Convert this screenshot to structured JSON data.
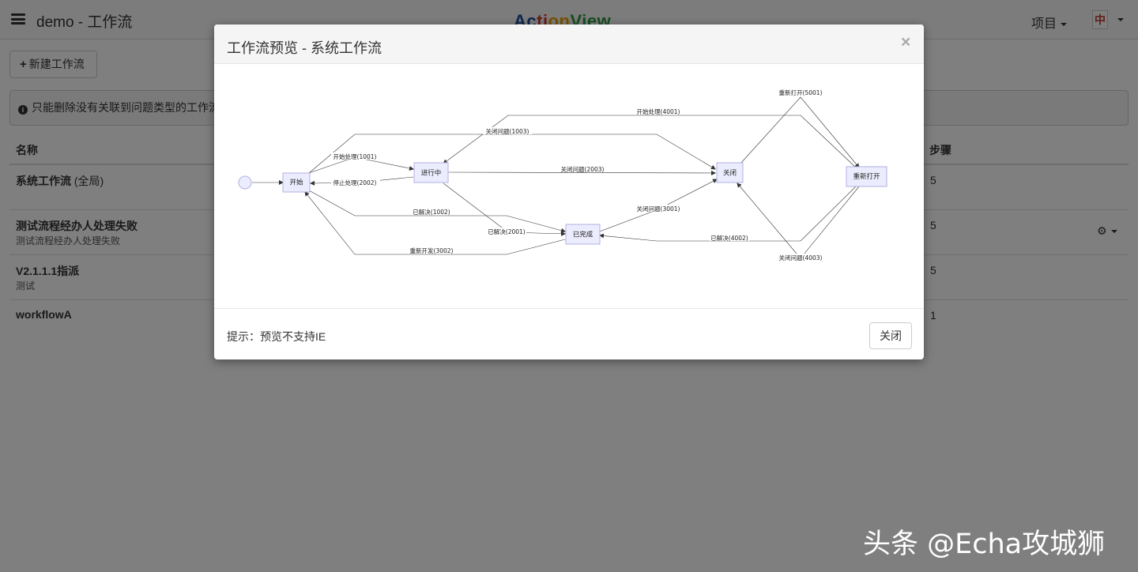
{
  "app": {
    "title": "demo - 工作流",
    "brand_parts": [
      "Ac",
      "ti",
      "on",
      "View"
    ],
    "nav_project": "项目",
    "avatar_char": "中"
  },
  "toolbar": {
    "new_workflow_label": "新建工作流"
  },
  "alert": {
    "text": "只能删除没有关联到问题类型的工作流"
  },
  "table": {
    "headers": {
      "name": "名称",
      "steps": "步骤"
    },
    "rows": [
      {
        "name": "系统工作流",
        "scope": " (全局)",
        "desc": "",
        "steps": "5"
      },
      {
        "name": "测试流程经办人处理失败",
        "scope": "",
        "desc": "测试流程经办人处理失败",
        "steps": "5"
      },
      {
        "name": "V2.1.1.1指派",
        "scope": "",
        "desc": "测试",
        "steps": "5"
      },
      {
        "name": "workflowA",
        "scope": "",
        "desc": "",
        "steps": "1"
      }
    ]
  },
  "modal": {
    "title": "工作流预览 - 系统工作流",
    "close_symbol": "×",
    "hint": "提示：预览不支持IE",
    "close_button": "关闭"
  },
  "diagram": {
    "nodes": {
      "start": "开始",
      "in_progress": "进行中",
      "closed": "关闭",
      "reopened": "重新打开",
      "resolved": "已完成"
    },
    "edges": {
      "e1001": "开始处理(1001)",
      "e2002": "停止处理(2002)",
      "e1003": "关闭问题(1003)",
      "e4001": "开始处理(4001)",
      "e5001": "重新打开(5001)",
      "e2003": "关闭问题(2003)",
      "e1002": "已解决(1002)",
      "e2001": "已解决(2001)",
      "e3001": "关闭问题(3001)",
      "e3002": "重新开发(3002)",
      "e4002": "已解决(4002)",
      "e4003": "关闭问题(4003)"
    }
  },
  "watermark": "头条 @Echa攻城狮"
}
